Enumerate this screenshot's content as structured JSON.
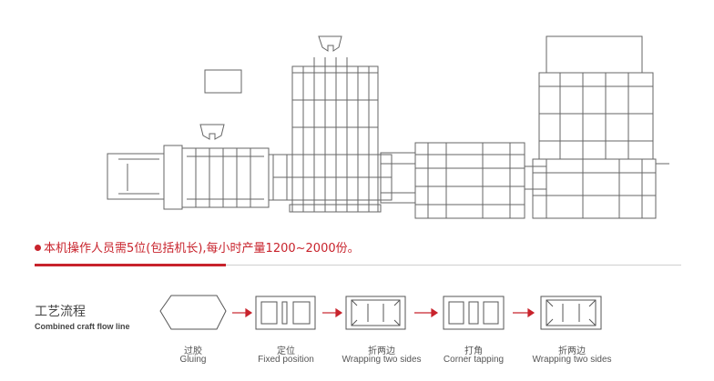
{
  "note": {
    "text": "本机操作人员需5位(包括机长),每小时产量1200~2000份。"
  },
  "flow": {
    "title": "工艺流程",
    "subtitle": "Combined craft flow line",
    "steps": [
      {
        "cn": "过胶",
        "en": "Gluing"
      },
      {
        "cn": "定位",
        "en": "Fixed position"
      },
      {
        "cn": "折两边",
        "en": "Wrapping two sides"
      },
      {
        "cn": "打角",
        "en": "Corner tapping"
      },
      {
        "cn": "折两边",
        "en": "Wrapping two sides"
      }
    ]
  },
  "colors": {
    "accent": "#c8232c",
    "line": "#555555"
  }
}
